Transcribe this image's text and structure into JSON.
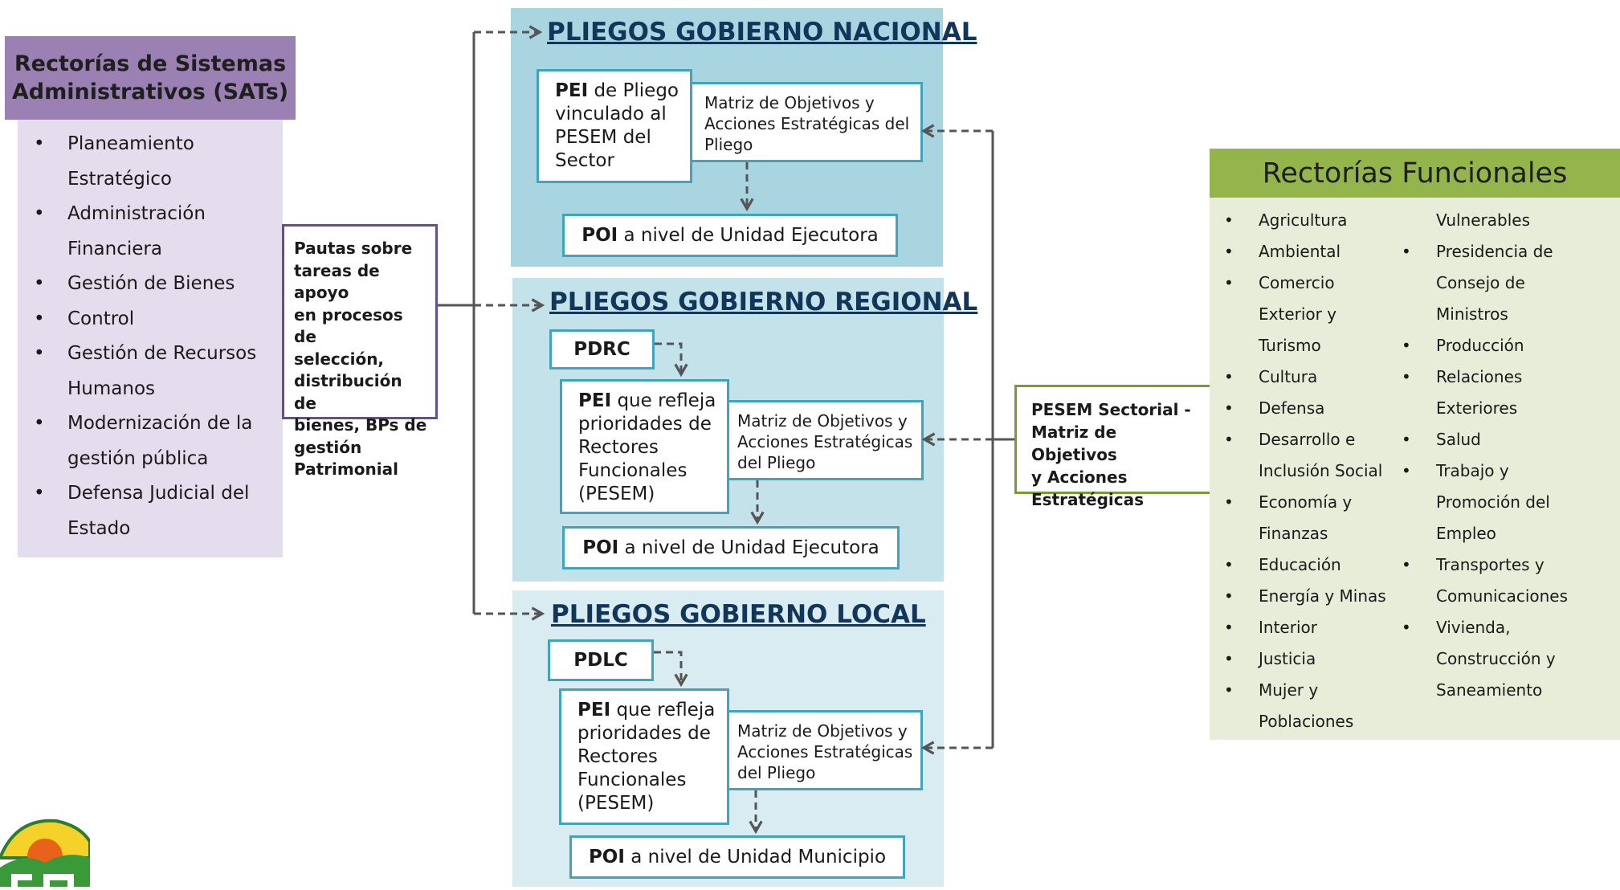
{
  "sats": {
    "title_line1": "Rectorías de Sistemas",
    "title_line2": "Administrativos (SATs)",
    "items": [
      "Planeamiento",
      "Estratégico",
      "Administración",
      "Financiera",
      "Gestión de Bienes",
      "Control",
      "Gestión de Recursos",
      "Humanos",
      "Modernización de la",
      "gestión pública",
      "Defensa Judicial del",
      "Estado"
    ],
    "bullets": [
      true,
      false,
      true,
      false,
      true,
      true,
      true,
      false,
      true,
      false,
      true,
      false
    ]
  },
  "pautas": {
    "lines": [
      "Pautas sobre",
      "tareas de apoyo",
      "en procesos de",
      "selección,",
      "distribución de",
      "bienes, BPs de",
      "gestión",
      "Patrimonial"
    ]
  },
  "nacional": {
    "title": "PLIEGOS GOBIERNO NACIONAL",
    "pei_bold": "PEI",
    "pei_rest_line1": " de Pliego",
    "pei_lines": [
      "vinculado al",
      "PESEM del",
      "Sector"
    ],
    "matriz_lines": [
      "Matriz de Objetivos y",
      "Acciones Estratégicas del",
      "Pliego"
    ],
    "poi_bold": "POI",
    "poi_rest": " a nivel de Unidad Ejecutora"
  },
  "regional": {
    "title": "PLIEGOS GOBIERNO REGIONAL",
    "plan": "PDRC",
    "pei_bold": "PEI",
    "pei_rest_line1": " que refleja",
    "pei_lines": [
      "prioridades de",
      "Rectores",
      "Funcionales",
      "(PESEM)"
    ],
    "matriz_lines": [
      "Matriz de Objetivos y",
      "Acciones Estratégicas",
      "del Pliego"
    ],
    "poi_bold": "POI",
    "poi_rest": " a nivel de Unidad Ejecutora"
  },
  "local": {
    "title": "PLIEGOS GOBIERNO LOCAL",
    "plan": "PDLC",
    "pei_bold": "PEI",
    "pei_rest_line1": " que refleja",
    "pei_lines": [
      "prioridades de",
      "Rectores",
      "Funcionales",
      "(PESEM)"
    ],
    "matriz_lines": [
      "Matriz de Objetivos y",
      "Acciones Estratégicas",
      "del Pliego"
    ],
    "poi_bold": "POI",
    "poi_rest": " a nivel de Unidad Municipio"
  },
  "pesem": {
    "lines": [
      "PESEM Sectorial -",
      "Matriz de Objetivos",
      "y Acciones",
      "Estratégicas"
    ]
  },
  "funcionales": {
    "title": "Rectorías Funcionales",
    "col1": [
      "Agricultura",
      "Ambiental",
      "Comercio",
      "Exterior y",
      "Turismo",
      "Cultura",
      "Defensa",
      "Desarrollo e",
      "Inclusión Social",
      "Economía y",
      "Finanzas",
      "Educación",
      "Energía y Minas",
      "Interior",
      "Justicia",
      "Mujer y",
      "Poblaciones"
    ],
    "col1_bullets": [
      true,
      true,
      true,
      false,
      false,
      true,
      true,
      true,
      false,
      true,
      false,
      true,
      true,
      true,
      true,
      true,
      false
    ],
    "col2": [
      "Vulnerables",
      "Presidencia de",
      "Consejo de",
      "Ministros",
      "Producción",
      "Relaciones",
      "Exteriores",
      "Salud",
      "Trabajo y",
      "Promoción del",
      "Empleo",
      "Transportes  y",
      "Comunicaciones",
      "Vivienda,",
      "Construcción y",
      "Saneamiento"
    ],
    "col2_bullets": [
      false,
      true,
      false,
      false,
      true,
      true,
      false,
      true,
      true,
      false,
      false,
      true,
      false,
      true,
      false,
      false
    ]
  },
  "colors": {
    "sat_header": "#9b80b3",
    "sat_body": "#e4dded",
    "nacional_zone": "#a8d5e0",
    "regional_zone": "#c3e2ea",
    "local_zone": "#d8ecf2",
    "box_border": "#40a4bd",
    "funcional_header": "#94b54c",
    "funcional_body": "#e7edd8",
    "pesem_border": "#7a9a33",
    "arrow": "#555555"
  }
}
